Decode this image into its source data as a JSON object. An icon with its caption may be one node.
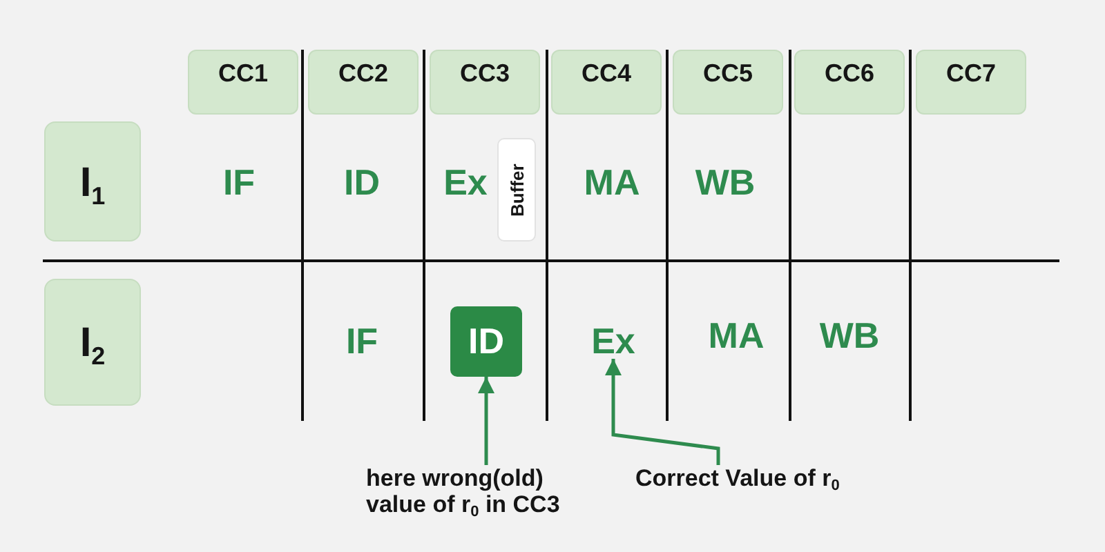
{
  "diagram": {
    "nodes": [
      {
        "text": [
          "CC1"
        ]
      },
      {
        "text": [
          "CC2"
        ]
      },
      {
        "text": [
          "CC3"
        ]
      },
      {
        "text": [
          "CC4"
        ]
      },
      {
        "text": [
          "CC5"
        ]
      },
      {
        "text": [
          "CC6"
        ]
      },
      {
        "text": [
          "CC7"
        ]
      },
      {
        "text": [
          "I$_{1}$"
        ]
      },
      {
        "text": [
          "Buffer"
        ]
      },
      {
        "text": [
          "I$_{2}$"
        ]
      },
      {
        "text": [
          "ID"
        ]
      },
      {
        "text": [
          "Ex"
        ]
      },
      {
        "text": [
          "here wrong(old) value of r$_{0}$ in CC3"
        ]
      },
      {
        "text": [
          "Correct Value of r$_{0}$"
        ]
      }
    ],
    "edges": [
      {
        "from": 12,
        "to": 10,
        "arrow": "to"
      },
      {
        "from": 13,
        "to": 11,
        "arrow": "to"
      }
    ],
    "labels": [
      "IF",
      "ID",
      "Ex",
      "MA",
      "WB",
      "IF",
      "MA",
      "WB"
    ]
  }
}
